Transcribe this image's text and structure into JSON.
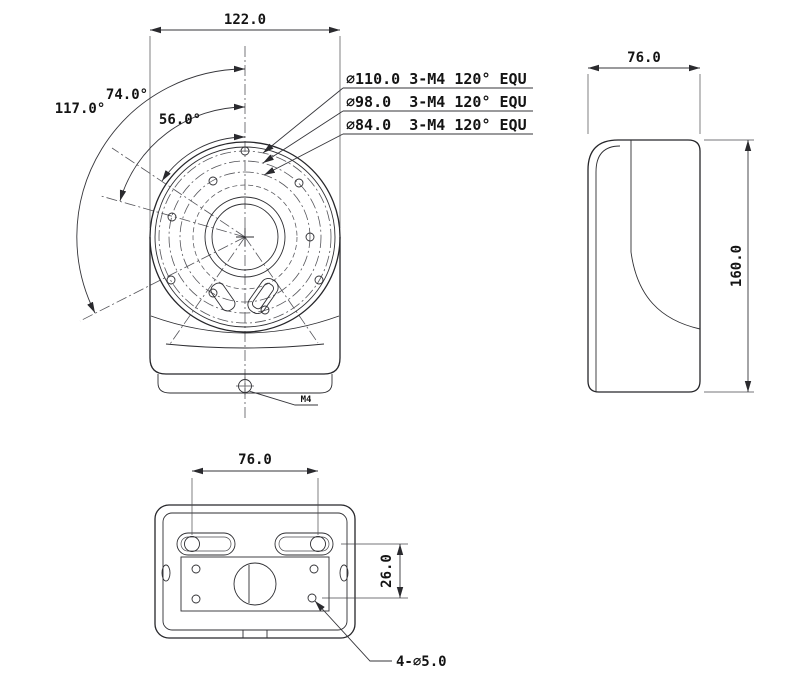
{
  "front_view": {
    "width_dim": "122.0",
    "angles": [
      "117.0°",
      "74.0°",
      "56.0°"
    ],
    "callouts": [
      "∅110.0 3-M4 120° EQU",
      "∅98.0  3-M4 120° EQU",
      "∅84.0  3-M4 120° EQU"
    ],
    "screw_label": "M4"
  },
  "side_view": {
    "width_dim": "76.0",
    "height_dim": "160.0"
  },
  "bottom_view": {
    "width_dim": "76.0",
    "offset_dim": "26.0",
    "hole_callout": "4-∅5.0"
  }
}
